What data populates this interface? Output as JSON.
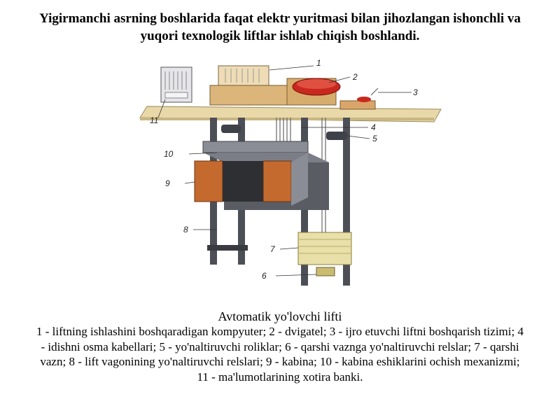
{
  "title": "Yigirmanchi asrning boshlarida faqat elektr yuritmasi bilan jihozlangan ishonchli va yuqori texnologik liftlar ishlab chiqish boshlandi.",
  "figure": {
    "callouts": [
      "1",
      "2",
      "3",
      "4",
      "5",
      "6",
      "7",
      "8",
      "9",
      "10",
      "11"
    ]
  },
  "caption": {
    "title": "Avtomatik yo'lovchi lifti",
    "body": "1 - liftning ishlashini boshqaradigan kompyuter; 2 - dvigatel; 3 - ijro etuvchi liftni boshqarish tizimi; 4 - idishni osma kabellari; 5 - yo'naltiruvchi roliklar; 6 - qarshi vaznga yo'naltiruvchi relslar; 7 - qarshi vazn; 8 - lift vagonining yo'naltiruvchi relslari; 9 - kabina; 10 - kabina eshiklarini ochish mexanizmi; 11 - ma'lumotlarining xotira banki."
  }
}
